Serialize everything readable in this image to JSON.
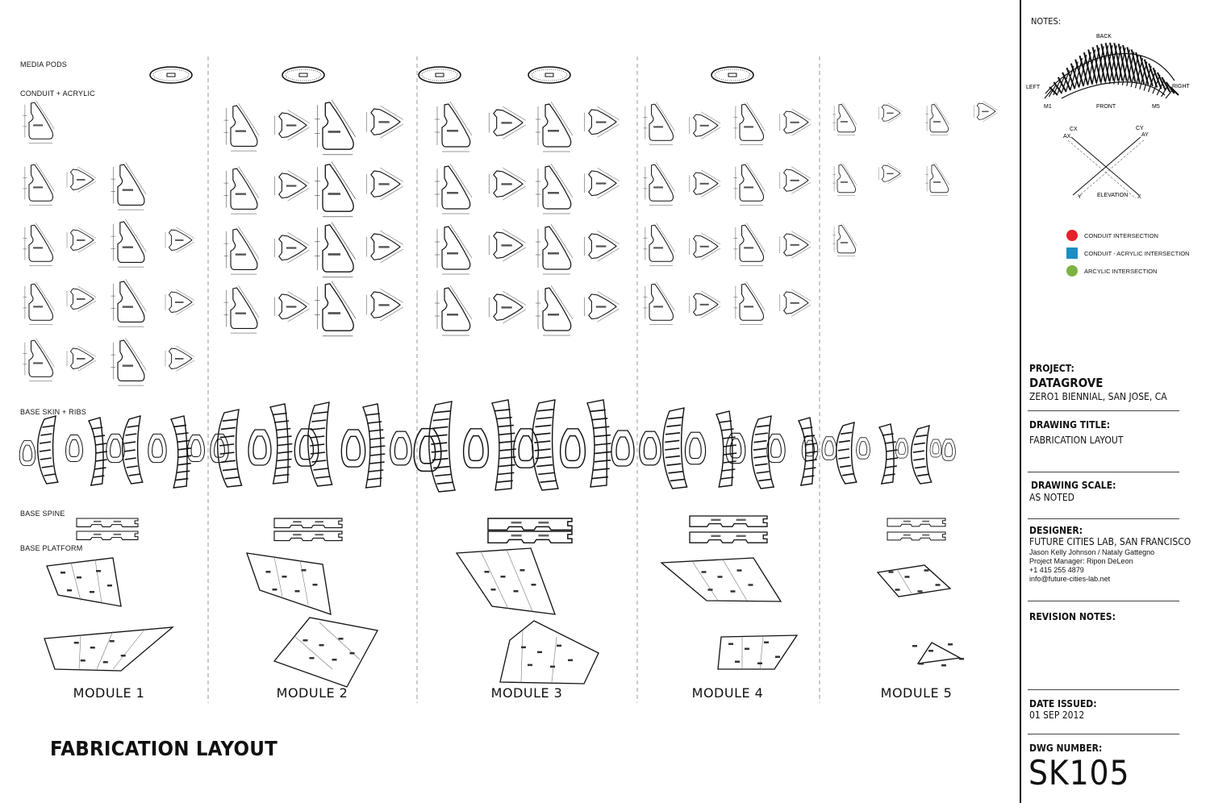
{
  "sections": {
    "media_pods": "MEDIA PODS",
    "conduit_acrylic": "CONDUIT + ACRYLIC",
    "base_skin_ribs": "BASE SKIN + RIBS",
    "base_spine": "BASE SPINE",
    "base_platform": "BASE PLATFORM"
  },
  "modules": [
    "MODULE 1",
    "MODULE 2",
    "MODULE 3",
    "MODULE 4",
    "MODULE 5"
  ],
  "main_title": "FABRICATION LAYOUT",
  "notes": {
    "title": "NOTES:",
    "perspective": {
      "back": "BACK",
      "left": "LEFT",
      "right": "RIGHT",
      "front": "FRONT",
      "m1": "M1",
      "m5": "M5"
    },
    "elevation": {
      "cx": "CX",
      "cy": "CY",
      "ax": "AX",
      "ay": "AY",
      "y": "Y",
      "x": "X",
      "label": "ELEVATION"
    },
    "legend": [
      {
        "label": "CONDUIT INTERSECTION",
        "color": "#e8202a"
      },
      {
        "label": "CONDUIT - ACRYLIC INTERSECTION",
        "color": "#1b8fc4"
      },
      {
        "label": "ARCYLIC INTERSECTION",
        "color": "#7cb342"
      }
    ]
  },
  "title_block": {
    "project_label": "PROJECT:",
    "project_name": "DATAGROVE",
    "project_sub": "ZERO1 BIENNIAL, SAN JOSE, CA",
    "drawing_title_label": "DRAWING TITLE:",
    "drawing_title": "FABRICATION LAYOUT",
    "scale_label": "DRAWING SCALE:",
    "scale": "AS NOTED",
    "designer_label": "DESIGNER:",
    "designer": "FUTURE CITIES LAB, SAN FRANCISCO",
    "designer_names": "Jason Kelly Johnson / Nataly Gattegno",
    "project_manager": "Project Manager: Ripon DeLeon",
    "phone": "+1 415 255 4879",
    "email": "info@future-cities-lab.net",
    "revision_label": "REVISION NOTES:",
    "date_label": "DATE ISSUED:",
    "date": "01 SEP 2012",
    "dwg_label": "DWG NUMBER:",
    "dwg_number": "SK105"
  },
  "colors": {
    "line": "#111111",
    "dash": "#999999"
  }
}
